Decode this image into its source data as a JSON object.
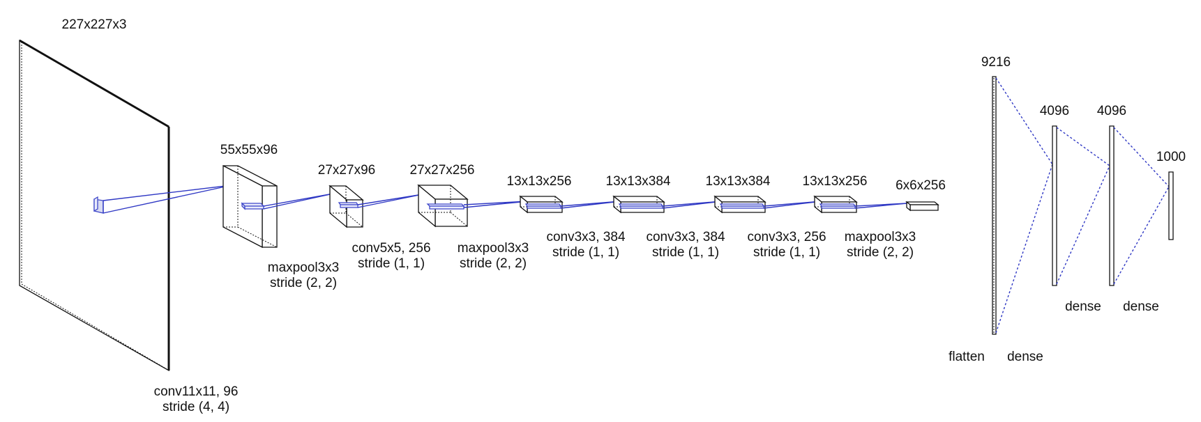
{
  "diagram": {
    "input": {
      "shape": "227x227x3",
      "op_lines": [
        "conv11x11, 96",
        "stride (4, 4)"
      ]
    },
    "volumes": [
      {
        "shape": "55x55x96",
        "op_lines": [
          "maxpool3x3",
          "stride (2, 2)"
        ]
      },
      {
        "shape": "27x27x96",
        "op_lines": [
          "conv5x5, 256",
          "stride (1, 1)"
        ]
      },
      {
        "shape": "27x27x256",
        "op_lines": [
          "maxpool3x3",
          "stride (2, 2)"
        ]
      },
      {
        "shape": "13x13x256",
        "op_lines": [
          "conv3x3, 384",
          "stride (1, 1)"
        ]
      },
      {
        "shape": "13x13x384",
        "op_lines": [
          "conv3x3, 384",
          "stride (1, 1)"
        ]
      },
      {
        "shape": "13x13x384",
        "op_lines": [
          "conv3x3, 256",
          "stride (1, 1)"
        ]
      },
      {
        "shape": "13x13x256",
        "op_lines": [
          "maxpool3x3",
          "stride (2, 2)"
        ]
      },
      {
        "shape": "6x6x256",
        "op_lines": []
      }
    ],
    "flatten": {
      "size": "9216",
      "label": "flatten"
    },
    "dense_layers": [
      {
        "size": "4096",
        "op": "dense"
      },
      {
        "size": "4096",
        "op": "dense"
      },
      {
        "size": "1000",
        "op": "dense"
      }
    ],
    "colors": {
      "connector": "#2f38c4",
      "kernel": "#3d46c9",
      "stroke": "#111111"
    }
  }
}
